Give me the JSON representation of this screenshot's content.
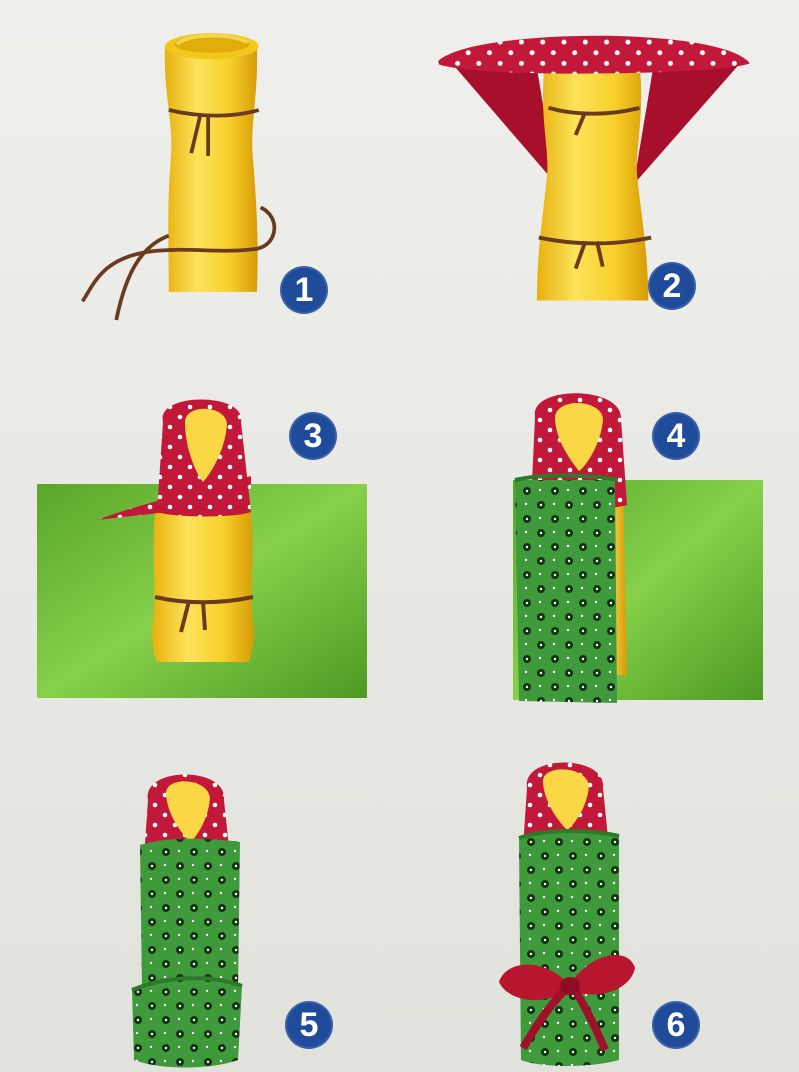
{
  "steps": [
    {
      "number": "1"
    },
    {
      "number": "2"
    },
    {
      "number": "3"
    },
    {
      "number": "4"
    },
    {
      "number": "5"
    },
    {
      "number": "6"
    }
  ],
  "palette": {
    "paper": "#e9e9e6",
    "badge": "#1f4b9b",
    "roll_yellow": "#f2c81c",
    "cord_brown": "#6a3b1f",
    "scarf_red": "#c2183a",
    "dot_white": "#ffffff",
    "mat_green": "#74c43c",
    "fabric_green": "#3f9a3b",
    "bow_red": "#b8152e"
  }
}
